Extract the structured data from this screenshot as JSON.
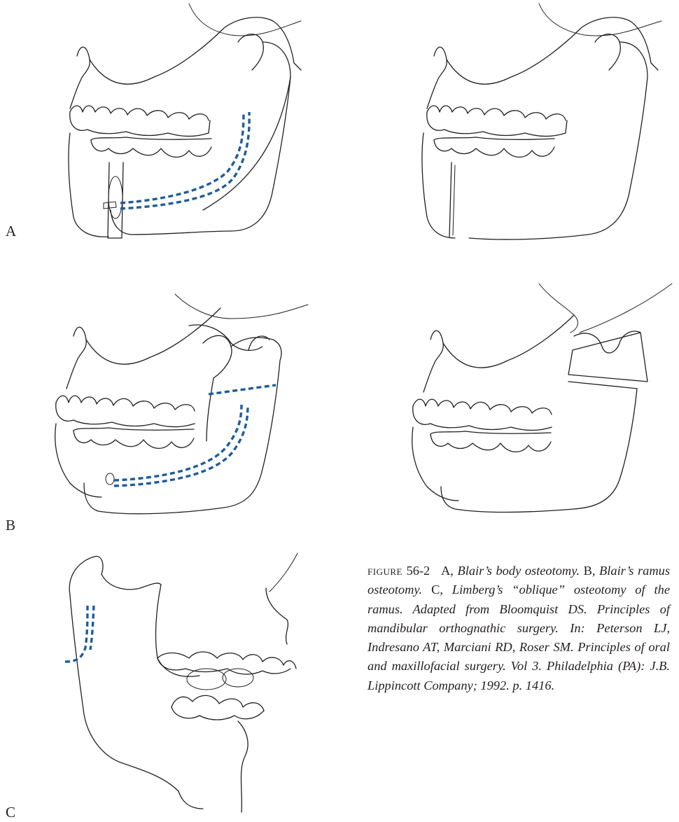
{
  "panels": [
    {
      "letter": "A",
      "description": "Blair's body osteotomy"
    },
    {
      "letter": "",
      "description": ""
    },
    {
      "letter": "B",
      "description": "Blair's ramus osteotomy"
    },
    {
      "letter": "",
      "description": ""
    },
    {
      "letter": "C",
      "description": "Limberg's oblique osteotomy"
    }
  ],
  "caption": {
    "label": "figure",
    "number": "56-2",
    "a_letter": "A,",
    "a_text": "Blair’s body osteotomy.",
    "b_letter": "B,",
    "b_text": "Blair’s ramus osteotomy.",
    "c_letter": "C,",
    "c_text": "Limberg’s “oblique” osteotomy of the ramus. Adapted from Bloomquist DS. Principles of mandibular orthognathic surgery. In: Peterson LJ, Indresano AT, Marciani RD, Roser SM. Principles of oral and maxillofacial surgery. Vol 3. Philadelphia (PA): J.B. Lippincott Company; 1992. p. 1416."
  },
  "colors": {
    "cut_line": "#1f5c99",
    "line_art": "#231f20"
  }
}
